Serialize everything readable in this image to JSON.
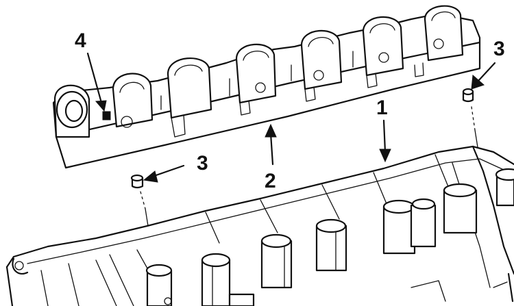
{
  "callouts": {
    "label_1": "1",
    "label_2": "2",
    "label_3_left": "3",
    "label_3_right": "3",
    "label_4": "4"
  },
  "colors": {
    "ink": "#111111",
    "paper": "#ffffff"
  }
}
